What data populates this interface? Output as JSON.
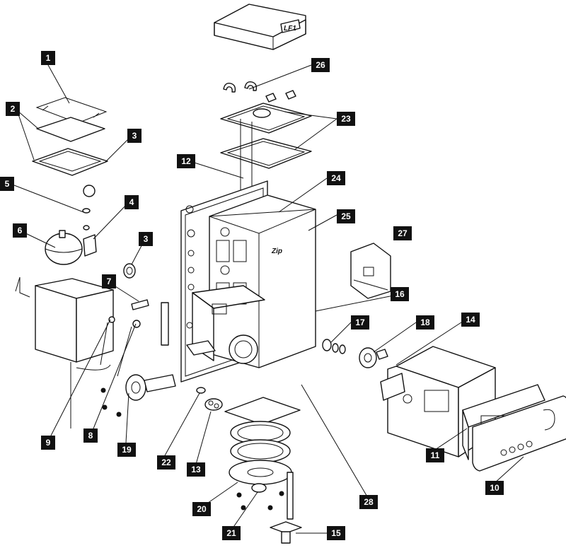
{
  "diagram": {
    "parts": [
      {
        "id": "1",
        "label": "1"
      },
      {
        "id": "2",
        "label": "2"
      },
      {
        "id": "3a",
        "label": "3"
      },
      {
        "id": "3b",
        "label": "3"
      },
      {
        "id": "4",
        "label": "4"
      },
      {
        "id": "5",
        "label": "5"
      },
      {
        "id": "6",
        "label": "6"
      },
      {
        "id": "7",
        "label": "7"
      },
      {
        "id": "8",
        "label": "8"
      },
      {
        "id": "9",
        "label": "9"
      },
      {
        "id": "10",
        "label": "10"
      },
      {
        "id": "11",
        "label": "11"
      },
      {
        "id": "12",
        "label": "12"
      },
      {
        "id": "13",
        "label": "13"
      },
      {
        "id": "14",
        "label": "14"
      },
      {
        "id": "15",
        "label": "15"
      },
      {
        "id": "16",
        "label": "16"
      },
      {
        "id": "17",
        "label": "17"
      },
      {
        "id": "18",
        "label": "18"
      },
      {
        "id": "19",
        "label": "19"
      },
      {
        "id": "20",
        "label": "20"
      },
      {
        "id": "21",
        "label": "21"
      },
      {
        "id": "22",
        "label": "22"
      },
      {
        "id": "23",
        "label": "23"
      },
      {
        "id": "24",
        "label": "24"
      },
      {
        "id": "25",
        "label": "25"
      },
      {
        "id": "26",
        "label": "26"
      },
      {
        "id": "27",
        "label": "27"
      },
      {
        "id": "28",
        "label": "28"
      }
    ],
    "lid_logo": "LF1",
    "brand_logo": "Zip"
  }
}
